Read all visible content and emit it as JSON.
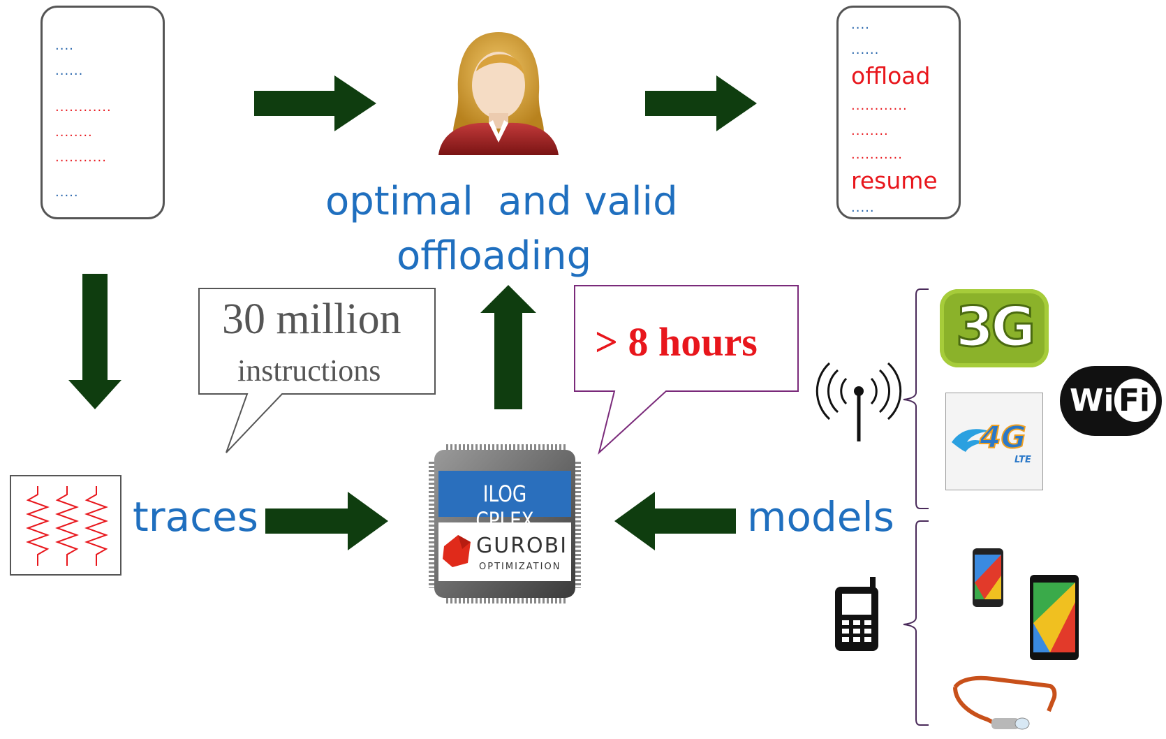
{
  "source_code": {
    "lines": [
      {
        "text": "....",
        "color": "blue"
      },
      {
        "text": "......",
        "color": "blue"
      },
      {
        "text": "............",
        "color": "red"
      },
      {
        "text": "........",
        "color": "red"
      },
      {
        "text": "...........",
        "color": "red"
      },
      {
        "text": ".....",
        "color": "blue"
      }
    ]
  },
  "result_code": {
    "lines": [
      {
        "text": "....",
        "color": "blue"
      },
      {
        "text": "......",
        "color": "blue"
      },
      {
        "text": "offload",
        "color": "red"
      },
      {
        "text": "............",
        "color": "red"
      },
      {
        "text": "........",
        "color": "red"
      },
      {
        "text": "...........",
        "color": "red"
      },
      {
        "text": "resume",
        "color": "red"
      },
      {
        "text": ".....",
        "color": "blue"
      }
    ]
  },
  "labels": {
    "optimal_line1": "optimal  and valid",
    "optimal_line2": "offloading",
    "traces": "traces",
    "models": "models"
  },
  "callouts": {
    "instructions_count": "30 million",
    "instructions_unit": "instructions",
    "time": "> 8 hours"
  },
  "solver": {
    "top_label": "ILOG CPLEX",
    "bottom_label": "GUROBI",
    "bottom_sub": "OPTIMIZATION"
  },
  "networks": {
    "g3": "3G",
    "g4": "4G",
    "g4_sub": "LTE",
    "wifi_a": "Wi",
    "wifi_b": "Fi"
  },
  "colors": {
    "arrow": "#0f3d0f",
    "blue_text": "#1f6fbf",
    "red_text": "#e8161c",
    "callout_border_purple": "#7a2a7a"
  },
  "icons": [
    "user-icon",
    "trace-waves-icon",
    "antenna-icon",
    "mobile-phone-icon",
    "smartphone-icon",
    "tablet-icon",
    "smart-glasses-icon",
    "chip-icon",
    "wifi-logo-icon",
    "3g-logo-icon",
    "4g-lte-logo-icon"
  ]
}
